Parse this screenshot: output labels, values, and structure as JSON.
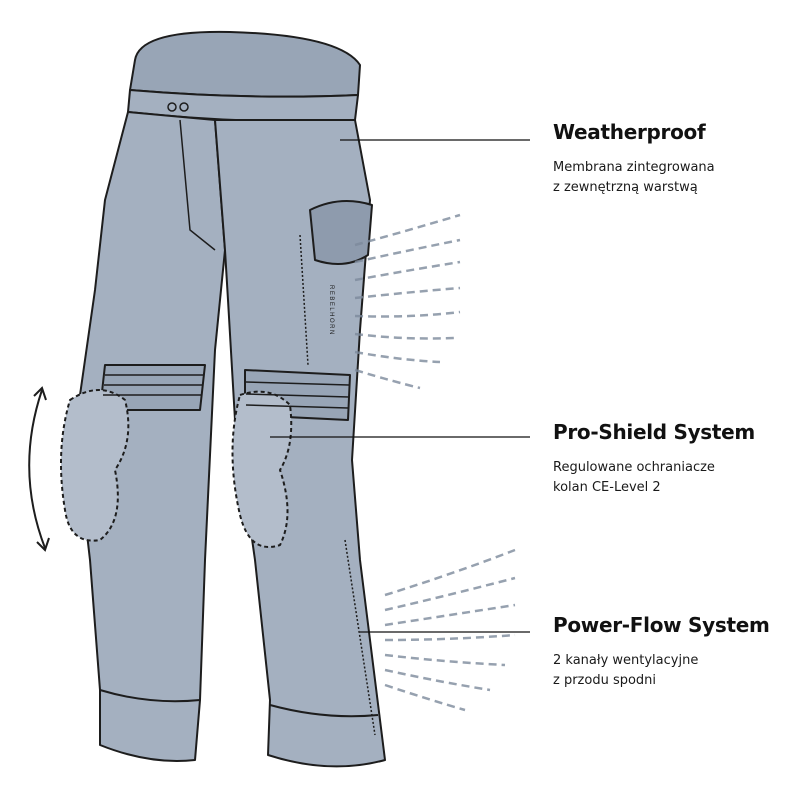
{
  "colors": {
    "fabric": "#a4b0c0",
    "fabric_dark": "#8e9bad",
    "outline": "#1d1d1d",
    "vent": "#7d8a9c",
    "text": "#111111"
  },
  "brand_mark": "REBELHORN",
  "features": [
    {
      "title": "Weatherproof",
      "line1": "Membrana zintegrowana",
      "line2": "z zewnętrzną warstwą"
    },
    {
      "title": "Pro-Shield System",
      "line1": "Regulowane ochraniacze",
      "line2": "kolan CE-Level 2"
    },
    {
      "title": "Power-Flow System",
      "line1": "2 kanały wentylacyjne",
      "line2": "z przodu spodni"
    }
  ],
  "icons": [
    "adjust-arrow-icon",
    "ventilation-airflow-icon"
  ]
}
